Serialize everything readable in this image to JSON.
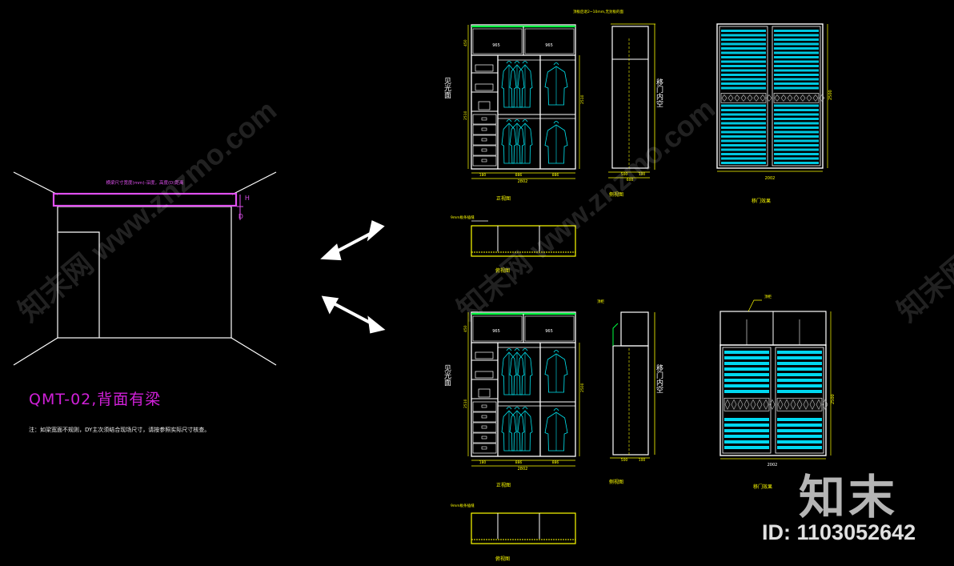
{
  "room": {
    "title": "QMT-02,背面有梁",
    "note": "注：如梁宽面不规则，DY主次须结合现场尺寸，请按参照实际尺寸核查。",
    "beam_label": "横梁尺寸宽度(mm)-深度，高度(D)距离",
    "dim_h": "H",
    "dim_d": "D"
  },
  "colors": {
    "background": "#000000",
    "room_lines": "#ffffff",
    "beam": "#e050f0",
    "wardrobe_outline": "#ffffff",
    "hanging_clothes": "#00e5f0",
    "dimension": "#ffff00",
    "top_shelf": "#00ff40",
    "door_panel": "#00d8f0",
    "title": "#d020d8",
    "dashed_hatch": "#ffff00"
  },
  "arrows": [
    {
      "icon": "double-arrow-icon",
      "direction": "up-right"
    },
    {
      "icon": "double-arrow-icon",
      "direction": "down-right"
    }
  ],
  "views": {
    "front_top": {
      "top_widths": [
        "965",
        "965"
      ],
      "bottom_widths": [
        "180",
        "886",
        "886"
      ],
      "total_width": "2802",
      "left_height": "2510",
      "right_height": "2510",
      "top_height": "450",
      "side_text": "见光面",
      "caption": "正视图"
    },
    "side_top": {
      "top_note": "顶板后退2~10mm,无封板的面",
      "widths": [
        "500",
        "100"
      ],
      "total": "600",
      "side_text": "移门内空",
      "caption": "侧视图"
    },
    "door_top": {
      "width": "2002",
      "height": "2500",
      "caption": "移门效果"
    },
    "plan_top": {
      "label": "9mm板条插缝",
      "caption": "俯视图"
    },
    "front_bottom": {
      "top_widths": [
        "965",
        "965"
      ],
      "bottom_widths": [
        "180",
        "886",
        "886"
      ],
      "total_width": "2802",
      "left_height": "2510",
      "right_height": "2500",
      "top_height": "450",
      "side_text": "见光面",
      "caption": "正视图"
    },
    "side_bottom": {
      "widths": [
        "500",
        "100"
      ],
      "label": "顶柜",
      "side_text": "移门内空",
      "caption": "侧视图"
    },
    "door_bottom": {
      "width": "2002",
      "height": "2500",
      "label": "顶柜",
      "caption": "移门效果"
    },
    "plan_bottom": {
      "label": "9mm板条插缝",
      "caption": "俯视图"
    }
  },
  "watermark": {
    "logo": "知末",
    "id": "ID: 1103052642",
    "diagonal": "知末网 www.znzmo.com"
  }
}
